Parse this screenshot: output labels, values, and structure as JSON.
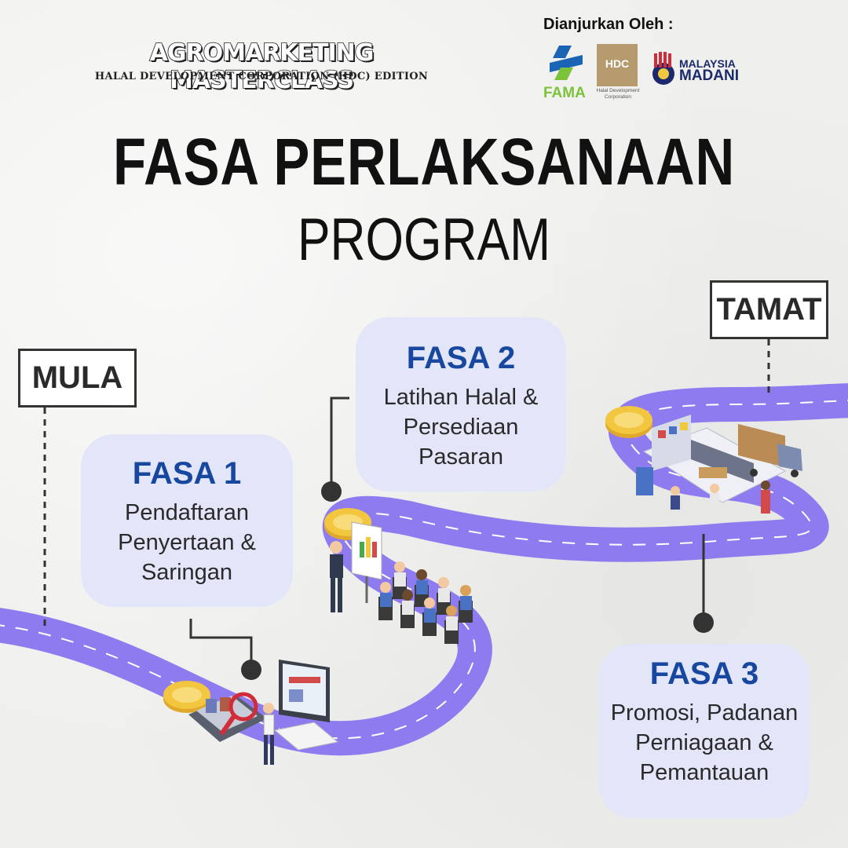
{
  "header": {
    "program_title": "AGROMARKETING MASTERCLASS",
    "program_subtitle": "HALAL DEVELOPMENT CORPORATION (HDC) EDITION",
    "sponsor_label": "Dianjurkan Oleh :",
    "sponsors": {
      "fama": "FAMA",
      "hdc": "HDC",
      "hdc_caption": "Halal Development Corporation",
      "madani_line1": "MALAYSIA",
      "madani_line2": "MADANI"
    }
  },
  "heading": {
    "line1": "FASA PERLAKSANAAN",
    "line2": "PROGRAM"
  },
  "markers": {
    "start": "MULA",
    "end": "TAMAT"
  },
  "phases": [
    {
      "title": "FASA 1",
      "lines": [
        "Pendaftaran",
        "Penyertaan &",
        "Saringan"
      ]
    },
    {
      "title": "FASA 2",
      "lines": [
        "Latihan Halal &",
        "Persediaan",
        "Pasaran"
      ]
    },
    {
      "title": "FASA 3",
      "lines": [
        "Promosi, Padanan",
        "Perniagaan &",
        "Pemantauan"
      ]
    }
  ],
  "colors": {
    "road": "#8f7bf0",
    "card_bg": "#e3e6f9",
    "phase_title": "#17479e",
    "coin": "#f3c63f"
  },
  "icons": [
    "laptop-registration-illustration",
    "training-class-illustration",
    "supermarket-illustration"
  ]
}
